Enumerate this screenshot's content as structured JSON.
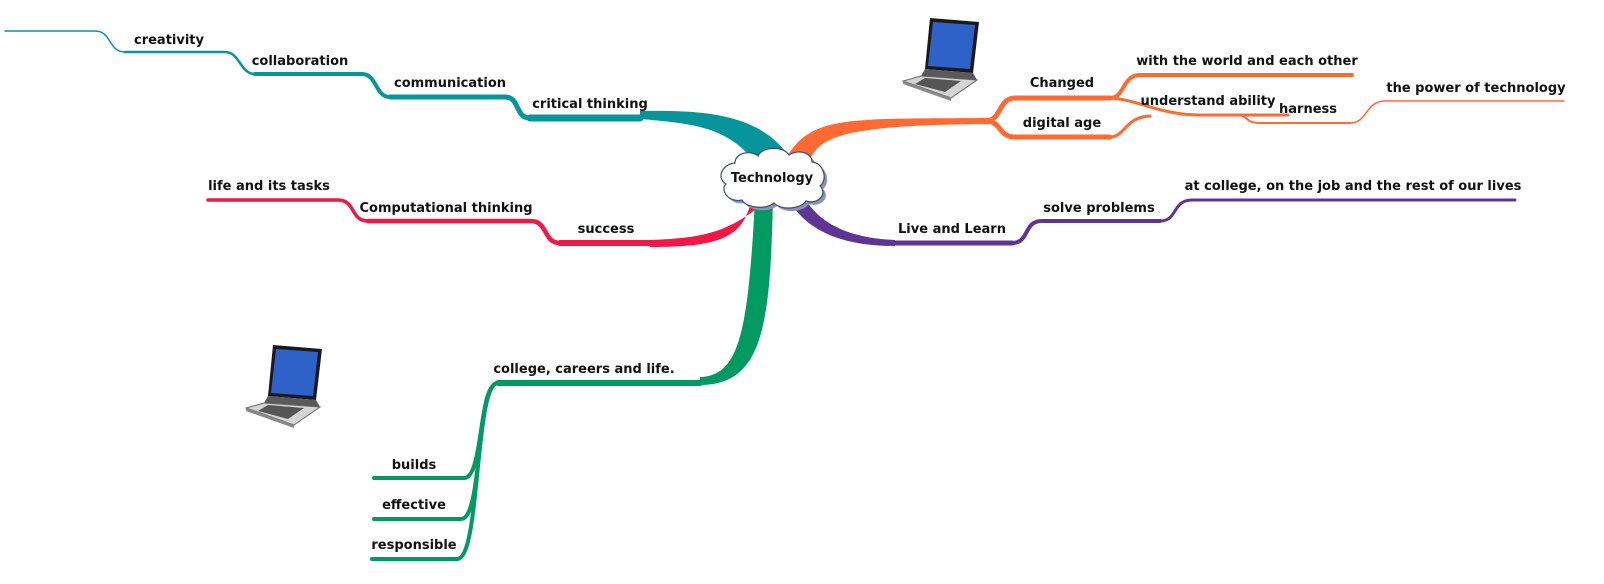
{
  "mindmap": {
    "center": {
      "label": "Technology"
    },
    "colors": {
      "teal": "#05959a",
      "red": "#f01846",
      "green": "#029a63",
      "orange": "#ff6a33",
      "purple": "#5e3595",
      "laptop_screen": "#2e62c9"
    },
    "branches": {
      "critical_thinking": "critical thinking",
      "communication": "communication",
      "collaboration": "collaboration",
      "creativity": "creativity",
      "success": "success",
      "computational_thinking": "Computational thinking",
      "life_and_its_tasks": "life and its tasks",
      "college_careers": "college, careers and life.",
      "builds": "builds",
      "effective": "effective",
      "responsible": "responsible",
      "changed": "Changed",
      "with_the_world": "with the world and each other",
      "understand_ability": "understand ability",
      "harness": "harness",
      "power_of_technology": "the power of technology",
      "digital_age": "digital age",
      "live_and_learn": "Live and Learn",
      "solve_problems": "solve problems",
      "at_college": "at college, on the job and the rest of our lives"
    },
    "icons": [
      "laptop-icon",
      "laptop-icon"
    ]
  }
}
